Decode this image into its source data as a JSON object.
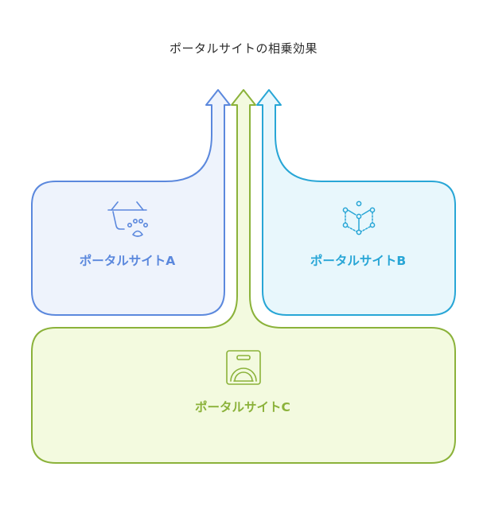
{
  "title": "ポータルサイトの相乗効果",
  "nodes": [
    {
      "id": "a",
      "label": "ポータルサイトA",
      "icon": "shopping-basket-icon",
      "stroke": "#5b88dd",
      "fill": "#eef3fc"
    },
    {
      "id": "b",
      "label": "ポータルサイトB",
      "icon": "network-nodes-icon",
      "stroke": "#28a6d6",
      "fill": "#e8f7fc"
    },
    {
      "id": "c",
      "label": "ポータルサイトC",
      "icon": "dashboard-gauge-icon",
      "stroke": "#8bb23a",
      "fill": "#f3fadf"
    }
  ]
}
